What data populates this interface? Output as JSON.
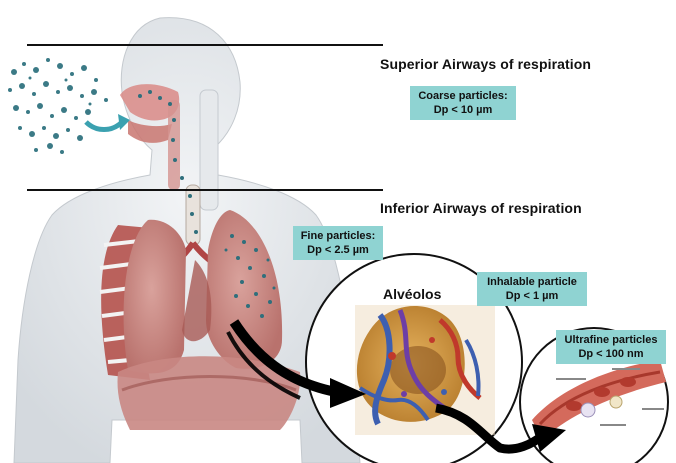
{
  "headings": {
    "superior": "Superior Airways of respiration",
    "inferior": "Inferior Airways of respiration",
    "alveolos": "Alvéolos"
  },
  "tags": {
    "coarse": {
      "line1": "Coarse particles:",
      "line2": "Dp < 10 µm"
    },
    "fine": {
      "line1": "Fine particles:",
      "line2": "Dp < 2.5 µm"
    },
    "inhalable": {
      "line1": "Inhalable particle",
      "line2": "Dp < 1 µm"
    },
    "ultrafine": {
      "line1": "Ultrafine particles",
      "line2": "Dp < 100 nm"
    }
  },
  "colors": {
    "tag_bg": "#8fd3d2",
    "lung": "#c98a86",
    "particle": "#3b7a86",
    "arrow": "#000000"
  }
}
